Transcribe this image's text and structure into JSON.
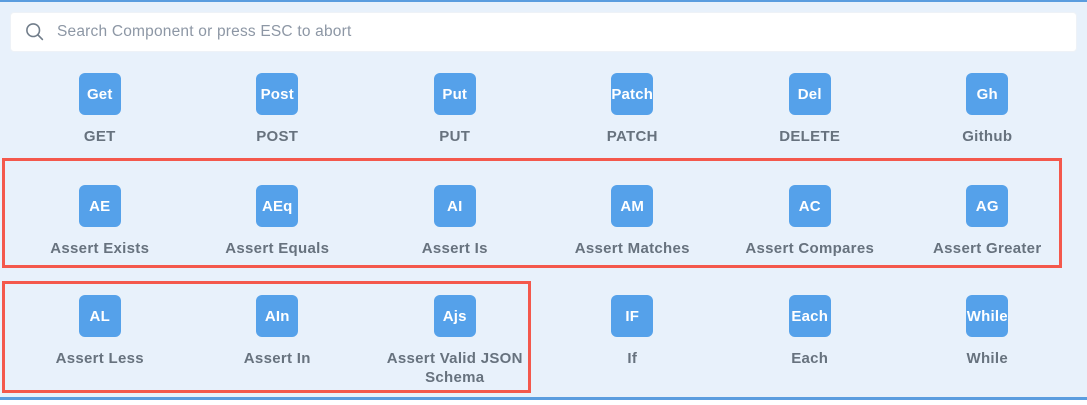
{
  "search": {
    "placeholder": "Search Component or press ESC to abort"
  },
  "colors": {
    "tile_blue": "#55a1ea",
    "panel_background": "#e8f1fb",
    "accent_line_blue": "#5b9ddf",
    "highlight_red": "#f4584c",
    "label_gray": "#67727e"
  },
  "components": [
    {
      "abbr": "Get",
      "label": "GET"
    },
    {
      "abbr": "Post",
      "label": "POST"
    },
    {
      "abbr": "Put",
      "label": "PUT"
    },
    {
      "abbr": "Patch",
      "label": "PATCH"
    },
    {
      "abbr": "Del",
      "label": "DELETE"
    },
    {
      "abbr": "Gh",
      "label": "Github"
    },
    {
      "abbr": "AE",
      "label": "Assert Exists"
    },
    {
      "abbr": "AEq",
      "label": "Assert Equals"
    },
    {
      "abbr": "AI",
      "label": "Assert Is"
    },
    {
      "abbr": "AM",
      "label": "Assert Matches"
    },
    {
      "abbr": "AC",
      "label": "Assert Compares"
    },
    {
      "abbr": "AG",
      "label": "Assert Greater"
    },
    {
      "abbr": "AL",
      "label": "Assert Less"
    },
    {
      "abbr": "AIn",
      "label": "Assert In"
    },
    {
      "abbr": "Ajs",
      "label": "Assert Valid JSON Schema"
    },
    {
      "abbr": "IF",
      "label": "If"
    },
    {
      "abbr": "Each",
      "label": "Each"
    },
    {
      "abbr": "While",
      "label": "While"
    }
  ],
  "highlights": [
    {
      "group": "assert-components-row-1",
      "color": "#f4584c"
    },
    {
      "group": "assert-components-row-2-partial",
      "color": "#f4584c"
    }
  ]
}
